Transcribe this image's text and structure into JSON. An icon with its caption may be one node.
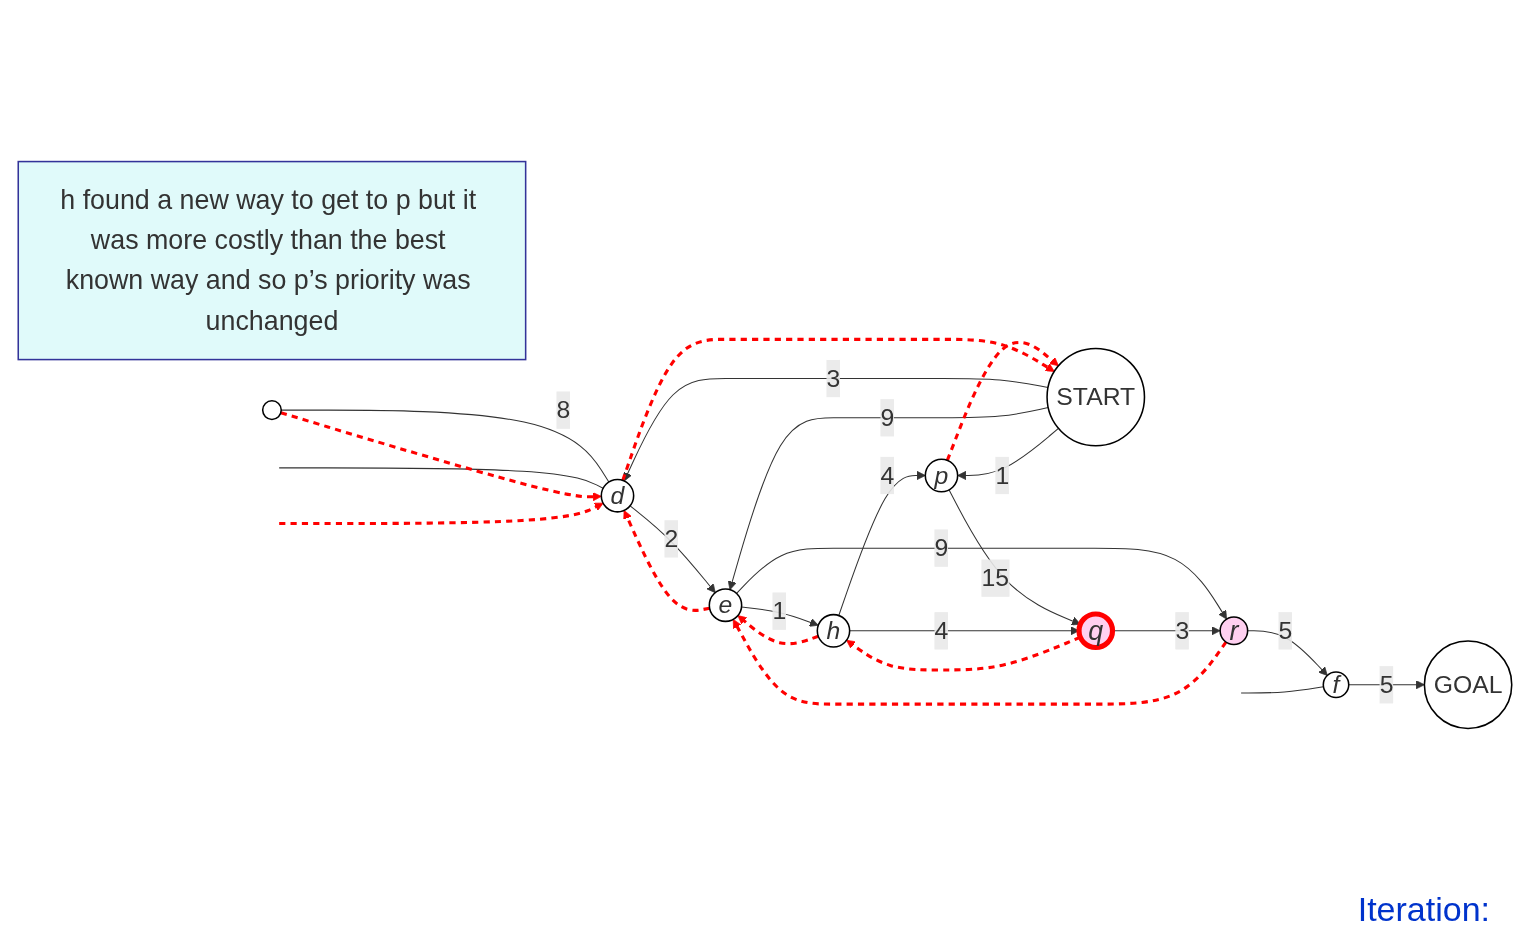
{
  "diagram": {
    "nodes": [
      {
        "text": [
          "h found a new way to get to p but it was more costly than the best known way and so p’s priority was unchanged"
        ]
      },
      {
        "text": [
          "GOAL"
        ]
      },
      {
        "text": [],
        "shape": "circle"
      },
      {
        "text": [
          "d"
        ]
      },
      {
        "text": [
          "e"
        ]
      },
      {
        "text": [
          "f"
        ]
      },
      {
        "text": [
          "START"
        ]
      },
      {
        "text": [
          "h"
        ]
      },
      {
        "text": [
          "p"
        ]
      },
      {
        "text": [
          "q"
        ]
      },
      {
        "text": [
          "r"
        ]
      }
    ],
    "edges": [
      {
        "from": 6,
        "to": 3,
        "arrow": "to",
        "label": "3"
      },
      {
        "from": 6,
        "to": 4,
        "arrow": "to",
        "label": "9"
      },
      {
        "from": 6,
        "to": 8,
        "arrow": "to",
        "label": "1"
      },
      {
        "from": 8,
        "to": 9,
        "arrow": "to",
        "label": "15"
      },
      {
        "from": 7,
        "to": 8,
        "arrow": "to",
        "label": "4"
      },
      {
        "from": 7,
        "to": 9,
        "arrow": "to",
        "label": "4"
      },
      {
        "from": 4,
        "to": 7,
        "arrow": "to",
        "label": "1"
      },
      {
        "from": 4,
        "to": 10,
        "arrow": "to",
        "label": "9"
      },
      {
        "from": 3,
        "to": 4,
        "arrow": "to",
        "label": "2"
      },
      {
        "from": 9,
        "to": 10,
        "arrow": "to",
        "label": "3"
      },
      {
        "from": 10,
        "to": 5,
        "arrow": "to",
        "label": "5"
      },
      {
        "from": 5,
        "to": 1,
        "arrow": "to",
        "label": "5"
      },
      {
        "from": 2,
        "to": 3,
        "arrow": "none",
        "label": "8"
      },
      {
        "from": null,
        "to": 3,
        "arrow": "none"
      },
      {
        "from": null,
        "to": 5,
        "arrow": "none"
      },
      {
        "from": 8,
        "to": 6,
        "arrow": "to",
        "style": "dashed",
        "color": "#ff0000"
      },
      {
        "from": 3,
        "to": 6,
        "arrow": "to",
        "style": "dashed",
        "color": "#ff0000"
      },
      {
        "from": 4,
        "to": 3,
        "arrow": "to",
        "style": "dashed",
        "color": "#ff0000"
      },
      {
        "from": 2,
        "to": 3,
        "arrow": "to",
        "style": "dashed",
        "color": "#ff0000"
      },
      {
        "from": null,
        "to": 3,
        "arrow": "to",
        "style": "dashed",
        "color": "#ff0000"
      },
      {
        "from": 7,
        "to": 4,
        "arrow": "to",
        "style": "dashed",
        "color": "#ff0000"
      },
      {
        "from": 9,
        "to": 7,
        "arrow": "to",
        "style": "dashed",
        "color": "#ff0000"
      },
      {
        "from": 10,
        "to": 4,
        "arrow": "to",
        "style": "dashed",
        "color": "#ff0000"
      }
    ],
    "labels": [
      "Iteration:"
    ]
  }
}
